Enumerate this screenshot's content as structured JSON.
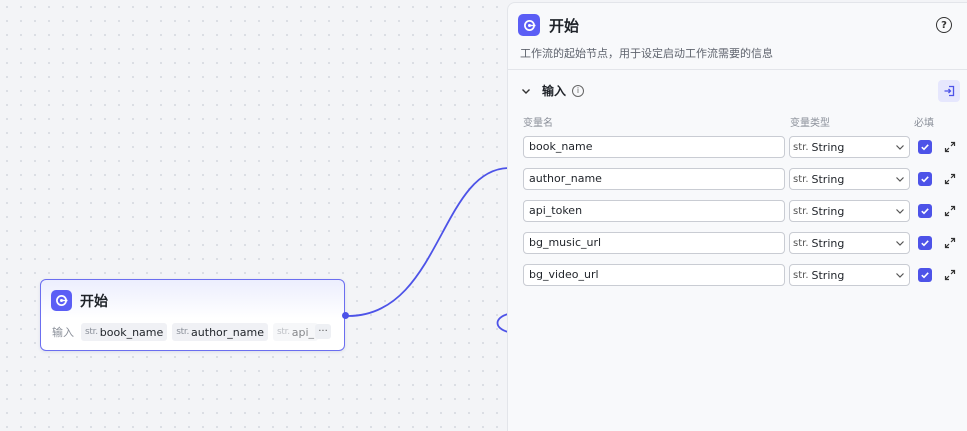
{
  "node": {
    "title": "开始",
    "input_label": "输入",
    "chips": [
      {
        "type": "str.",
        "name": "book_name"
      },
      {
        "type": "str.",
        "name": "author_name"
      },
      {
        "type": "str.",
        "name": "api_"
      }
    ],
    "more": "···"
  },
  "panel": {
    "title": "开始",
    "help": "?",
    "description": "工作流的起始节点，用于设定启动工作流需要的信息",
    "section": {
      "title": "输入",
      "info": "i",
      "columns": {
        "name": "变量名",
        "type": "变量类型",
        "required": "必填"
      },
      "rows": [
        {
          "name": "book_name",
          "type_prefix": "str.",
          "type": "String",
          "required": true
        },
        {
          "name": "author_name",
          "type_prefix": "str.",
          "type": "String",
          "required": true
        },
        {
          "name": "api_token",
          "type_prefix": "str.",
          "type": "String",
          "required": true
        },
        {
          "name": "bg_music_url",
          "type_prefix": "str.",
          "type": "String",
          "required": true
        },
        {
          "name": "bg_video_url",
          "type_prefix": "str.",
          "type": "String",
          "required": true
        }
      ]
    }
  },
  "colors": {
    "accent": "#4d53e8",
    "badge": "#5b5ef5",
    "edge": "#4d53e8"
  },
  "icons": {
    "node_badge": "start-icon",
    "help": "question-circle-icon",
    "collapse": "chevron-down-icon",
    "info": "info-circle-icon",
    "import": "import-icon",
    "caret": "chevron-down-icon",
    "check": "checkmark-icon",
    "expand": "expand-icon"
  }
}
